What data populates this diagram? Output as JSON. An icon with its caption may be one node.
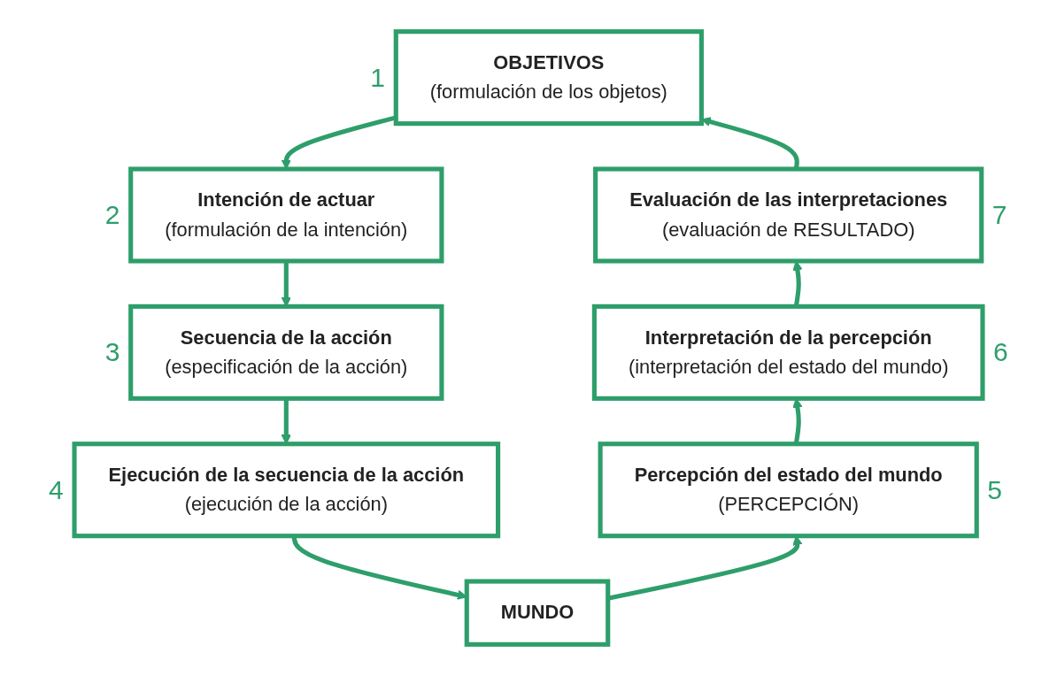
{
  "diagram": {
    "nodes": [
      {
        "text": [
          "OBJETIVOS",
          "(formulación de los objetos)"
        ],
        "beside": [
          "1"
        ]
      },
      {
        "text": [
          "Intención de actuar",
          "(formulación de la intención)"
        ],
        "beside": [
          "2"
        ]
      },
      {
        "text": [
          "Secuencia de la acción",
          "(especificación de la acción)"
        ],
        "beside": [
          "3"
        ]
      },
      {
        "text": [
          "Ejecución de la secuencia de la acción",
          "(ejecución de la acción)"
        ],
        "beside": [
          "4"
        ]
      },
      {
        "text": [
          "MUNDO"
        ]
      },
      {
        "text": [
          "Percepción del estado del mundo",
          "(PERCEPCIÓN)"
        ],
        "beside": [
          "5"
        ]
      },
      {
        "text": [
          "Interpretación de la percepción",
          "(interpretación del estado del mundo)"
        ],
        "beside": [
          "6"
        ]
      },
      {
        "text": [
          "Evaluación de las interpretaciones",
          "(evaluación de RESULTADO)"
        ],
        "beside": [
          "7"
        ]
      }
    ],
    "edges": [
      {
        "from": 0,
        "to": 1,
        "arrow": "to"
      },
      {
        "from": 1,
        "to": 2,
        "arrow": "to"
      },
      {
        "from": 2,
        "to": 3,
        "arrow": "to"
      },
      {
        "from": 3,
        "to": 4,
        "arrow": "to"
      },
      {
        "from": 4,
        "to": 5,
        "arrow": "to"
      },
      {
        "from": 5,
        "to": 6,
        "arrow": "to"
      },
      {
        "from": 6,
        "to": 7,
        "arrow": "to"
      },
      {
        "from": 7,
        "to": 0,
        "arrow": "to"
      }
    ]
  }
}
